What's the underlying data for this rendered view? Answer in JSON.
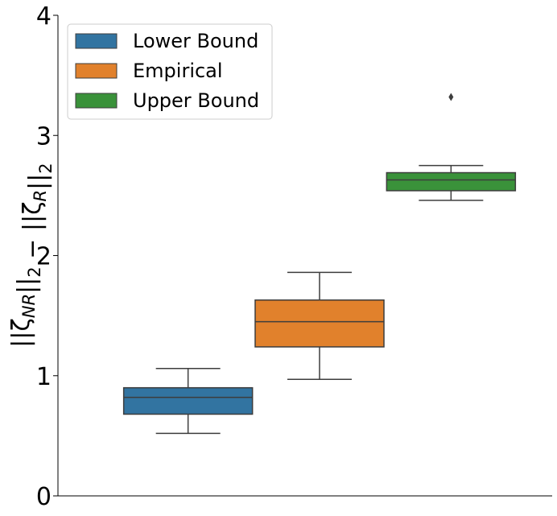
{
  "chart_data": {
    "type": "box",
    "ylabel": "||ζ_NR||₂ − ||ζ_R||₂",
    "ylabel_display": {
      "parts": [
        {
          "text": "||ζ",
          "sub": "NR"
        },
        {
          "text": "||",
          "sub": "2"
        },
        {
          "text": " − ||ζ",
          "sub": "R"
        },
        {
          "text": "||",
          "sub": "2"
        }
      ]
    },
    "ylim": [
      0,
      4
    ],
    "yticks": [
      "0",
      "1",
      "2",
      "3",
      "4"
    ],
    "grid": false,
    "legend_position": "top-left",
    "series": [
      {
        "name": "Lower Bound",
        "color": "#3274a1",
        "whisker_low": 0.52,
        "q1": 0.68,
        "median": 0.82,
        "q3": 0.9,
        "whisker_high": 1.06,
        "outliers": []
      },
      {
        "name": "Empirical",
        "color": "#e1812c",
        "whisker_low": 0.97,
        "q1": 1.24,
        "median": 1.45,
        "q3": 1.63,
        "whisker_high": 1.86,
        "outliers": []
      },
      {
        "name": "Upper Bound",
        "color": "#3a923a",
        "whisker_low": 2.46,
        "q1": 2.54,
        "median": 2.63,
        "q3": 2.69,
        "whisker_high": 2.75,
        "outliers": [
          3.32
        ]
      }
    ]
  }
}
